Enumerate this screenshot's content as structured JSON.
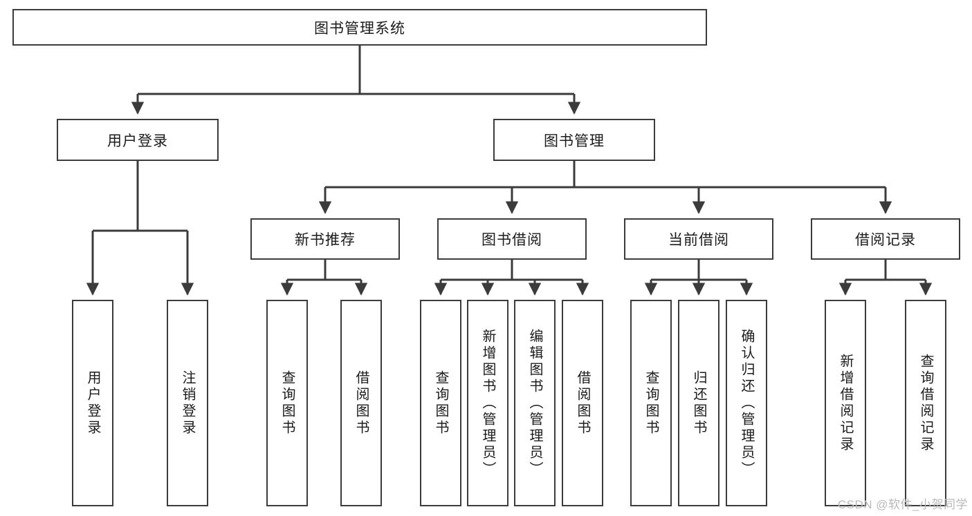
{
  "diagram": {
    "title": "图书管理系统",
    "type": "hierarchical-tree",
    "root": {
      "label": "图书管理系统"
    },
    "level2": [
      {
        "label": "用户登录"
      },
      {
        "label": "图书管理"
      }
    ],
    "level3": [
      {
        "label": "新书推荐"
      },
      {
        "label": "图书借阅"
      },
      {
        "label": "当前借阅"
      },
      {
        "label": "借阅记录"
      }
    ],
    "leaves": {
      "user_login": [
        {
          "label": "用户登录"
        },
        {
          "label": "注销登录"
        }
      ],
      "new_book_recommend": [
        {
          "label": "查询图书"
        },
        {
          "label": "借阅图书"
        }
      ],
      "book_borrow": [
        {
          "label": "查询图书"
        },
        {
          "label": "新增图书（管理员）"
        },
        {
          "label": "编辑图书（管理员）"
        },
        {
          "label": "借阅图书"
        }
      ],
      "current_borrow": [
        {
          "label": "查询图书"
        },
        {
          "label": "归还图书"
        },
        {
          "label": "确认归还（管理员）"
        }
      ],
      "borrow_record": [
        {
          "label": "新增借阅记录"
        },
        {
          "label": "查询借阅记录"
        }
      ]
    }
  },
  "watermark": {
    "text": "CSDN @软件_小贺同学"
  },
  "colors": {
    "stroke": "#3b3b3b",
    "background": "#ffffff",
    "text": "#1b1b1b",
    "watermark": "#b9b9b9"
  }
}
